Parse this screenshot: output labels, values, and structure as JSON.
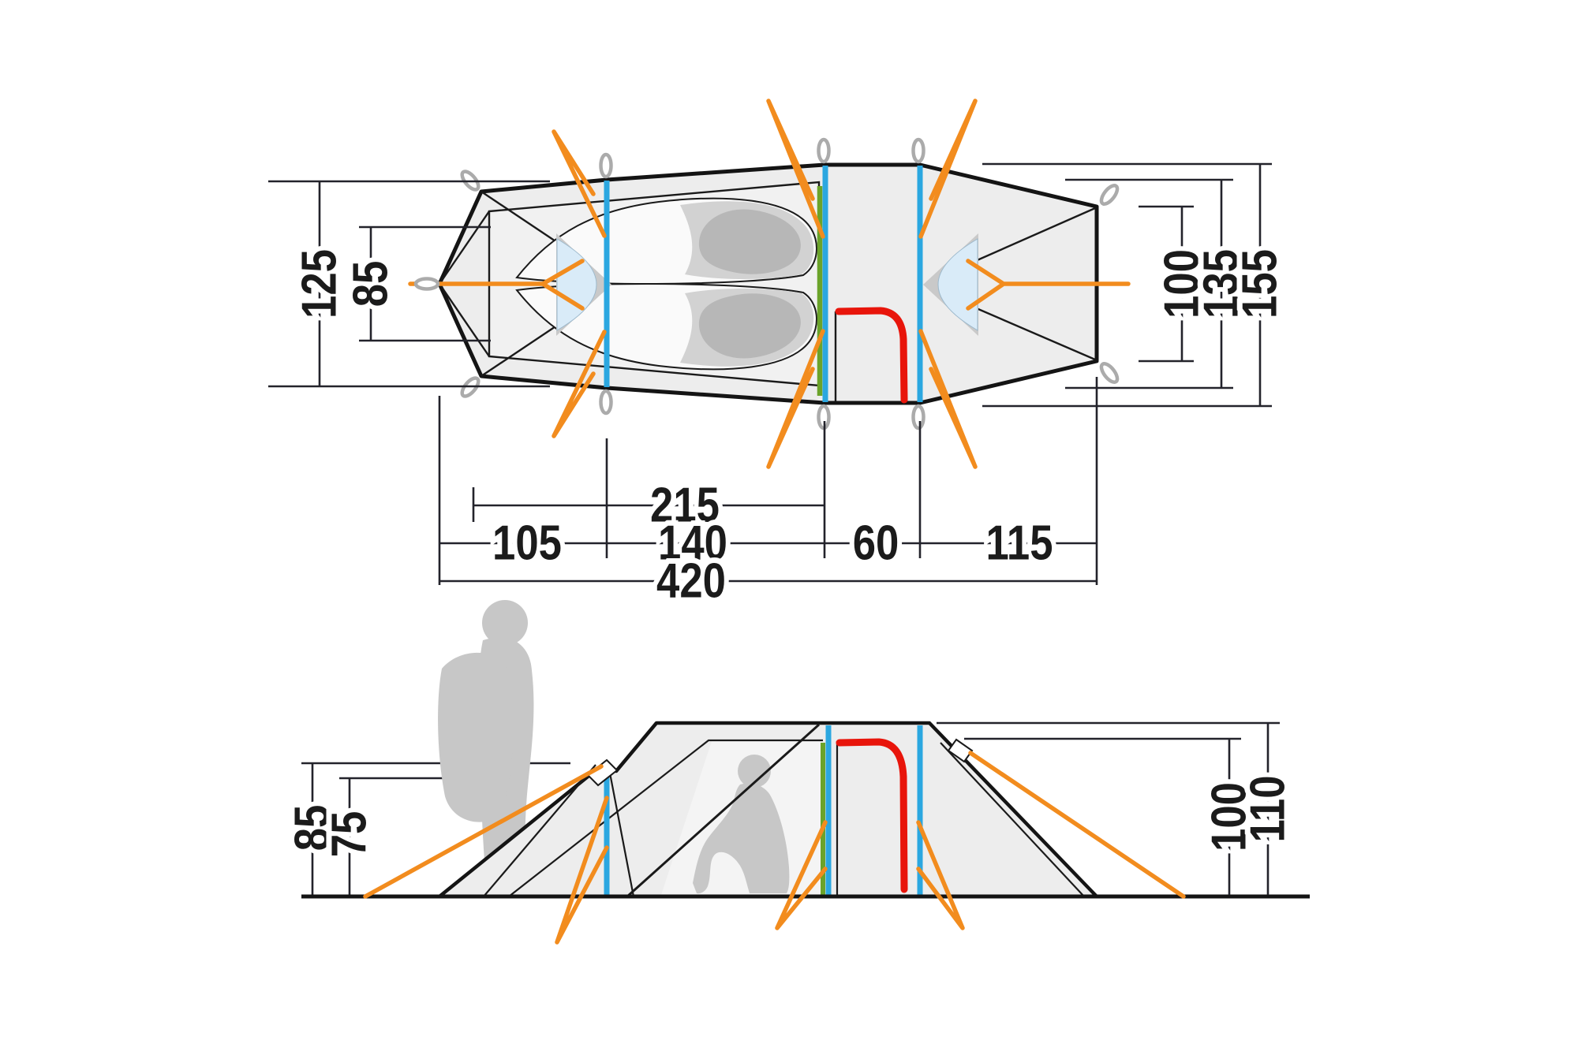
{
  "diagram_type": "tent-dimensions-two-views",
  "top_view": {
    "labels": {
      "outer_width": "125",
      "inner_width": "85",
      "rear_end_width": "100",
      "rear_corner_width": "135",
      "max_width": "155",
      "inner_length": "215",
      "front_vestibule_length": "105",
      "sleeping_area_length": "140",
      "mid_section_length": "60",
      "rear_vestibule_length": "115",
      "total_length": "420"
    }
  },
  "side_view": {
    "labels": {
      "front_pole_height": "85",
      "guy_attachment_height": "75",
      "inner_height": "100",
      "total_height": "110"
    }
  },
  "colors": {
    "pole_blue": "#2BA7E0",
    "inner_pole_green": "#6BA32A",
    "door_zipper_red": "#E8150B",
    "guyline_orange": "#F28C1E",
    "fabric_fill": "#EDEDED",
    "inner_fill": "#F1F1F1",
    "panel_fill": "#F4F4F4",
    "silhouette_gray": "#C7C7C7",
    "window_blue": "#D9EBF8",
    "window_frame_gray": "#C9C9C9",
    "bag_fill": "#FAFAFA",
    "bag_mid_gray": "#D2D2D2",
    "bag_dark_gray": "#B7B7B7",
    "peg_gray": "#ABABAB",
    "dimension_line": "#23232B",
    "outline_black": "#141414"
  }
}
